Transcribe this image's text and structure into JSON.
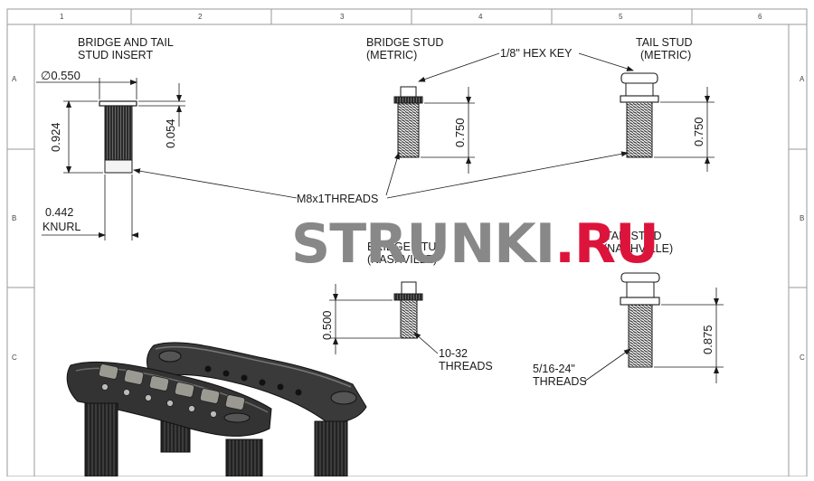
{
  "zones": {
    "columns": [
      "1",
      "2",
      "3",
      "4",
      "5",
      "6"
    ],
    "rows": [
      "A",
      "B",
      "C"
    ]
  },
  "labels": {
    "bridge_tail_insert_l1": "BRIDGE AND TAIL",
    "bridge_tail_insert_l2": "STUD INSERT",
    "bridge_stud_metric_l1": "BRIDGE STUD",
    "bridge_stud_metric_l2": "(METRIC)",
    "tail_stud_metric_l1": "TAIL STUD",
    "tail_stud_metric_l2": "(METRIC)",
    "hex_key": "1/8\" HEX KEY",
    "m8_threads": "M8x1THREADS",
    "knurl_value": "0.442",
    "knurl_label": "KNURL",
    "bridge_stud_nashville_l1": "BRIDGE STUD",
    "bridge_stud_nashville_l2": "(NASHVILLE)",
    "tail_stud_nashville_l1": "TAIL STUD",
    "tail_stud_nashville_l2": "(NASHVILLE)",
    "threads_10_32_l1": "10-32",
    "threads_10_32_l2": "THREADS",
    "threads_5_16_l1": "5/16-24\"",
    "threads_5_16_l2": "THREADS"
  },
  "dimensions": {
    "insert_diameter": "∅0.550",
    "insert_length": "0.924",
    "insert_flange": "0.054",
    "bridge_metric_length": "0.750",
    "tail_metric_length": "0.750",
    "bridge_nashville_length": "0.500",
    "tail_nashville_length": "0.875"
  },
  "watermark": {
    "main": "STRUNKI",
    "suffix": ".RU"
  },
  "colors": {
    "line": "#1a1a1a",
    "watermark_gray": "#888888",
    "watermark_red": "#dc143c"
  }
}
